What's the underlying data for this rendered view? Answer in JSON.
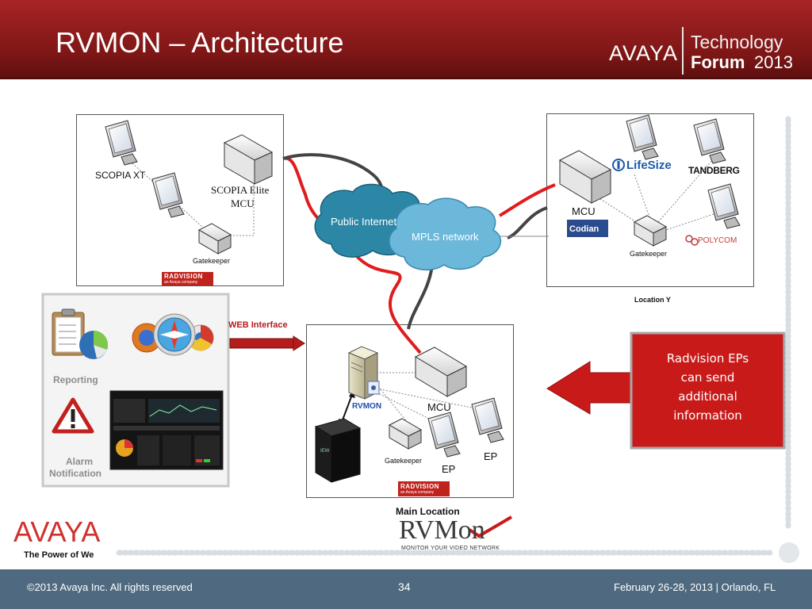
{
  "header": {
    "title": "RVMON – Architecture",
    "brand": "AVAYA",
    "forum_line1": "Technology",
    "forum_line2": "Forum",
    "forum_year": "2013"
  },
  "site_a": {
    "scopia_xt": "SCOPIA XT",
    "scopia_elite_line1": "SCOPIA Elite",
    "scopia_elite_line2": "MCU",
    "gatekeeper": "Gatekeeper",
    "radvision_logo": "RADVISION",
    "radvision_sub": "an Avaya company"
  },
  "site_y": {
    "label": "Location Y",
    "mcu": "MCU",
    "gatekeeper": "Gatekeeper",
    "lifesize": "LifeSize",
    "tandberg": "TANDBERG",
    "polycom": "POLYCOM",
    "codian": "Codian"
  },
  "networks": {
    "public_internet": "Public Internet",
    "mpls": "MPLS network"
  },
  "web_interface": "WEB Interface",
  "tools": {
    "reporting": "Reporting",
    "alarm_line1": "Alarm",
    "alarm_line2": "Notification"
  },
  "main_location": {
    "label": "Main Location",
    "rvmon": "RVMON",
    "mcu": "MCU",
    "gatekeeper": "Gatekeeper",
    "ep1": "EP",
    "ep2": "EP",
    "radvision_logo": "RADVISION",
    "radvision_sub": "an Avaya company"
  },
  "callout": {
    "line1": "Radvision EPs",
    "line2": "can send",
    "line3": "additional",
    "line4": "information"
  },
  "bottom_logo": {
    "brand": "AVAYA",
    "tagline": "The Power of We",
    "rvmon_logo": "RVMon",
    "rvmon_tagline": "MONITOR YOUR VIDEO NETWORK"
  },
  "footer": {
    "copyright": "©2013 Avaya Inc. All rights reserved",
    "page": "34",
    "event": "February 26-28, 2013 | Orlando, FL"
  },
  "colors": {
    "header_red": "#8e1c1c",
    "avaya_red": "#d0312d",
    "footer_slate": "#4f6a80",
    "cloud_teal": "#2e8aa8",
    "cloud_light": "#6ab7d8"
  }
}
